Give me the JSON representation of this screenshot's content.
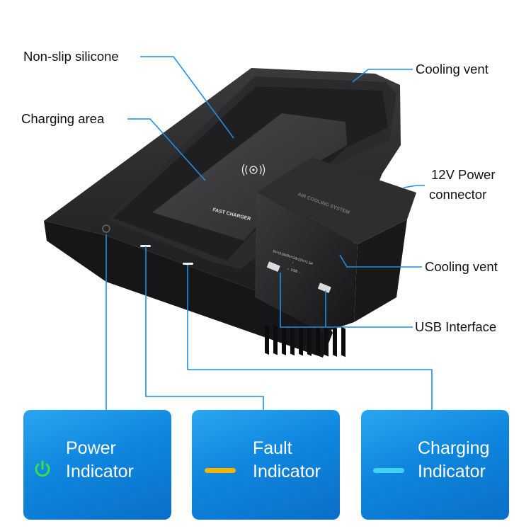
{
  "callouts": {
    "non_slip_silicone": "Non-slip silicone",
    "charging_area": "Charging area",
    "cooling_vent_top": "Cooling vent",
    "power_connector_line1": "12V Power",
    "power_connector_line2": "connector",
    "cooling_vent_side": "Cooling vent",
    "usb_interface": "USB Interface"
  },
  "device_text": {
    "pad_label": "FAST CHARGER",
    "vent_label": "AIR COOLING SYSTEM",
    "port_spec_line1": "5V=3.0A/9V=2A/12V=1.5A",
    "port_spec_line2": "↓",
    "port_spec_line3": "→ USB ←"
  },
  "indicators": [
    {
      "line1": "Power",
      "line2": "Indicator",
      "icon": "power-icon",
      "color": "#35e04a"
    },
    {
      "line1": "Fault",
      "line2": "Indicator",
      "icon": "bar-icon",
      "color": "#f5b400"
    },
    {
      "line1": "Charging",
      "line2": "Indicator",
      "icon": "bar-icon",
      "color": "#3fd2f5"
    }
  ],
  "colors": {
    "leader_line": "#1f8fe6",
    "card_gradient_start": "#2aa6f0",
    "card_gradient_end": "#0a6fc8",
    "device_body": "#1c1c1e"
  }
}
